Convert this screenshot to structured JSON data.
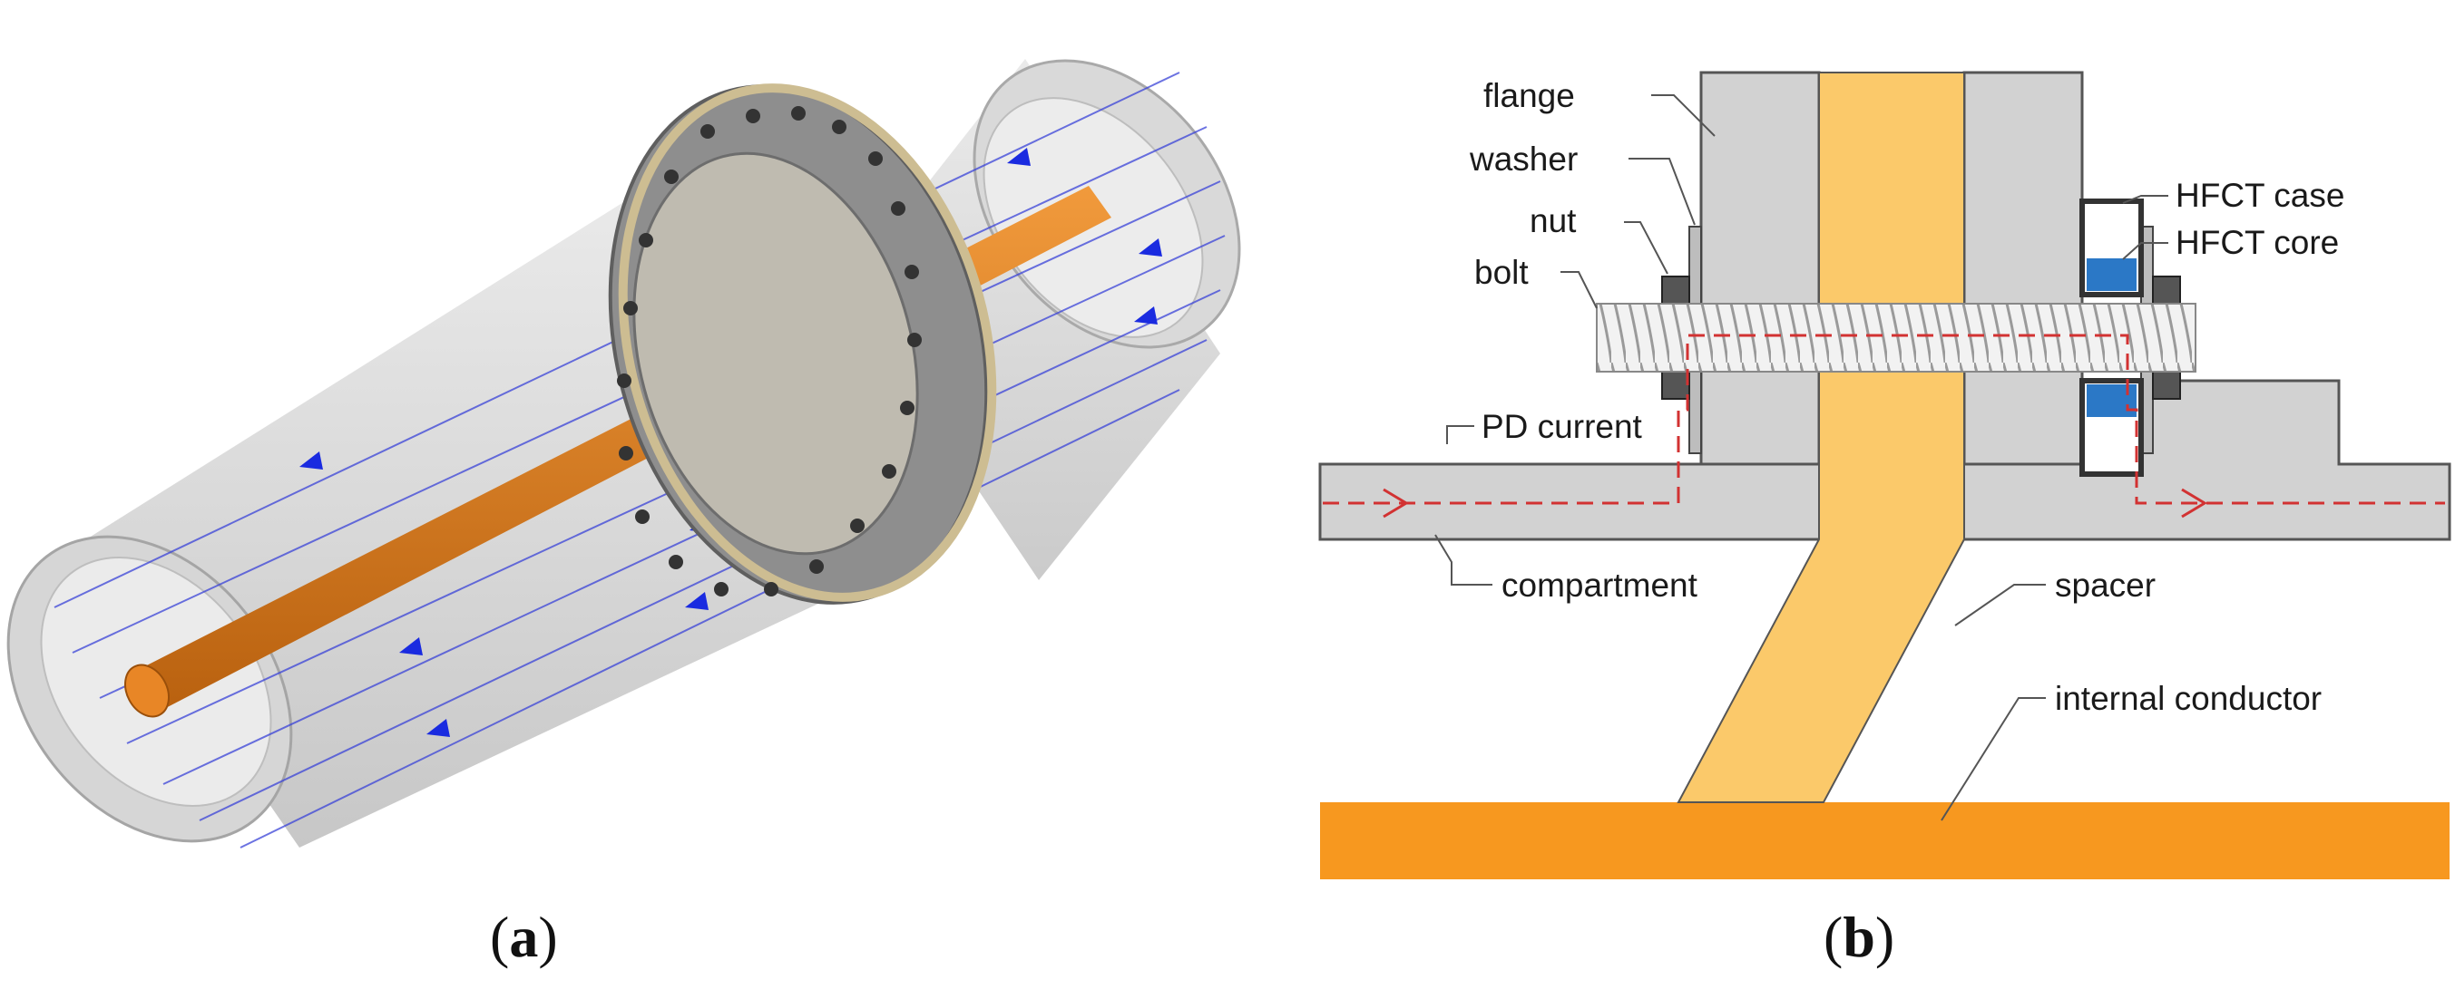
{
  "panel_a": {
    "caption_letter": "a",
    "colors": {
      "enclosure": "#c9c9c9",
      "conductor": "#e07b1d",
      "flange": "#8e8e8e",
      "current_arrows": "#1a2be0"
    }
  },
  "panel_b": {
    "caption_letter": "b",
    "labels": {
      "flange": "flange",
      "washer": "washer",
      "nut": "nut",
      "bolt": "bolt",
      "pd_current": "PD current",
      "compartment": "compartment",
      "hfct_case": "HFCT case",
      "hfct_core": "HFCT core",
      "spacer": "spacer",
      "internal_conductor": "internal conductor"
    },
    "colors": {
      "metal": "#d2d2d2",
      "spacer": "#fbc96a",
      "conductor": "#f7981f",
      "hfct_core": "#2b78c6",
      "pd_path": "#d23232"
    }
  }
}
